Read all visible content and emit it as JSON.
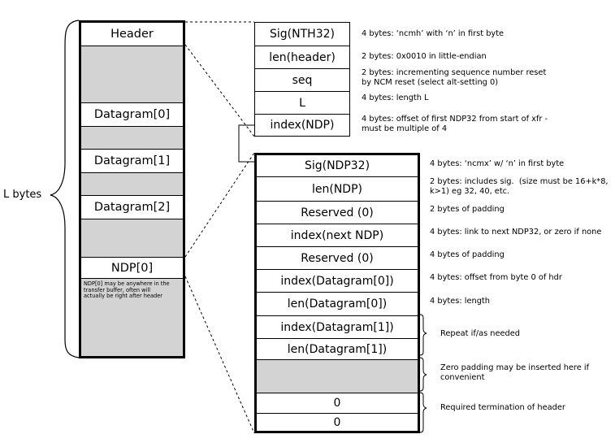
{
  "brace_label": "L bytes",
  "left_stack": {
    "header": "Header",
    "datagram0": "Datagram[0]",
    "datagram1": "Datagram[1]",
    "datagram2": "Datagram[2]",
    "ndp0": "NDP[0]",
    "ndp_note": "NDP[0] may be anywhere in the transfer buffer, often will actually be right after header"
  },
  "nth": {
    "rows": [
      "Sig(NTH32)",
      "len(header)",
      "seq",
      "L",
      "index(NDP)"
    ],
    "descs": [
      "4 bytes: ‘ncmh’ with ‘n’ in first byte",
      "2 bytes: 0x0010 in little-endian",
      "2 bytes: incrementing sequence number reset\nby NCM reset (select alt-setting 0)",
      "4 bytes: length L",
      "4 bytes: offset of first NDP32 from start of xfr -\nmust be multiple of 4"
    ]
  },
  "ndp": {
    "rows": [
      "Sig(NDP32)",
      "len(NDP)",
      "Reserved (0)",
      "index(next NDP)",
      "Reserved (0)",
      "index(Datagram[0])",
      "len(Datagram[0])",
      "index(Datagram[1])",
      "len(Datagram[1])",
      "",
      "0",
      "0"
    ],
    "descs": [
      "4 bytes: ‘ncmx’ w/ ‘n’ in first byte",
      "2 bytes: includes sig.  (size must be 16+k*8,\nk>1) eg 32, 40, etc.",
      "2 bytes of padding",
      "4 bytes: link to next NDP32, or zero if none",
      "4 bytes of padding",
      "4 bytes: offset from byte 0 of hdr",
      "4 bytes: length"
    ],
    "brace_notes": [
      "Repeat if/as needed",
      "Zero padding may be inserted here if\nconvenient",
      "Required termination of header"
    ]
  }
}
